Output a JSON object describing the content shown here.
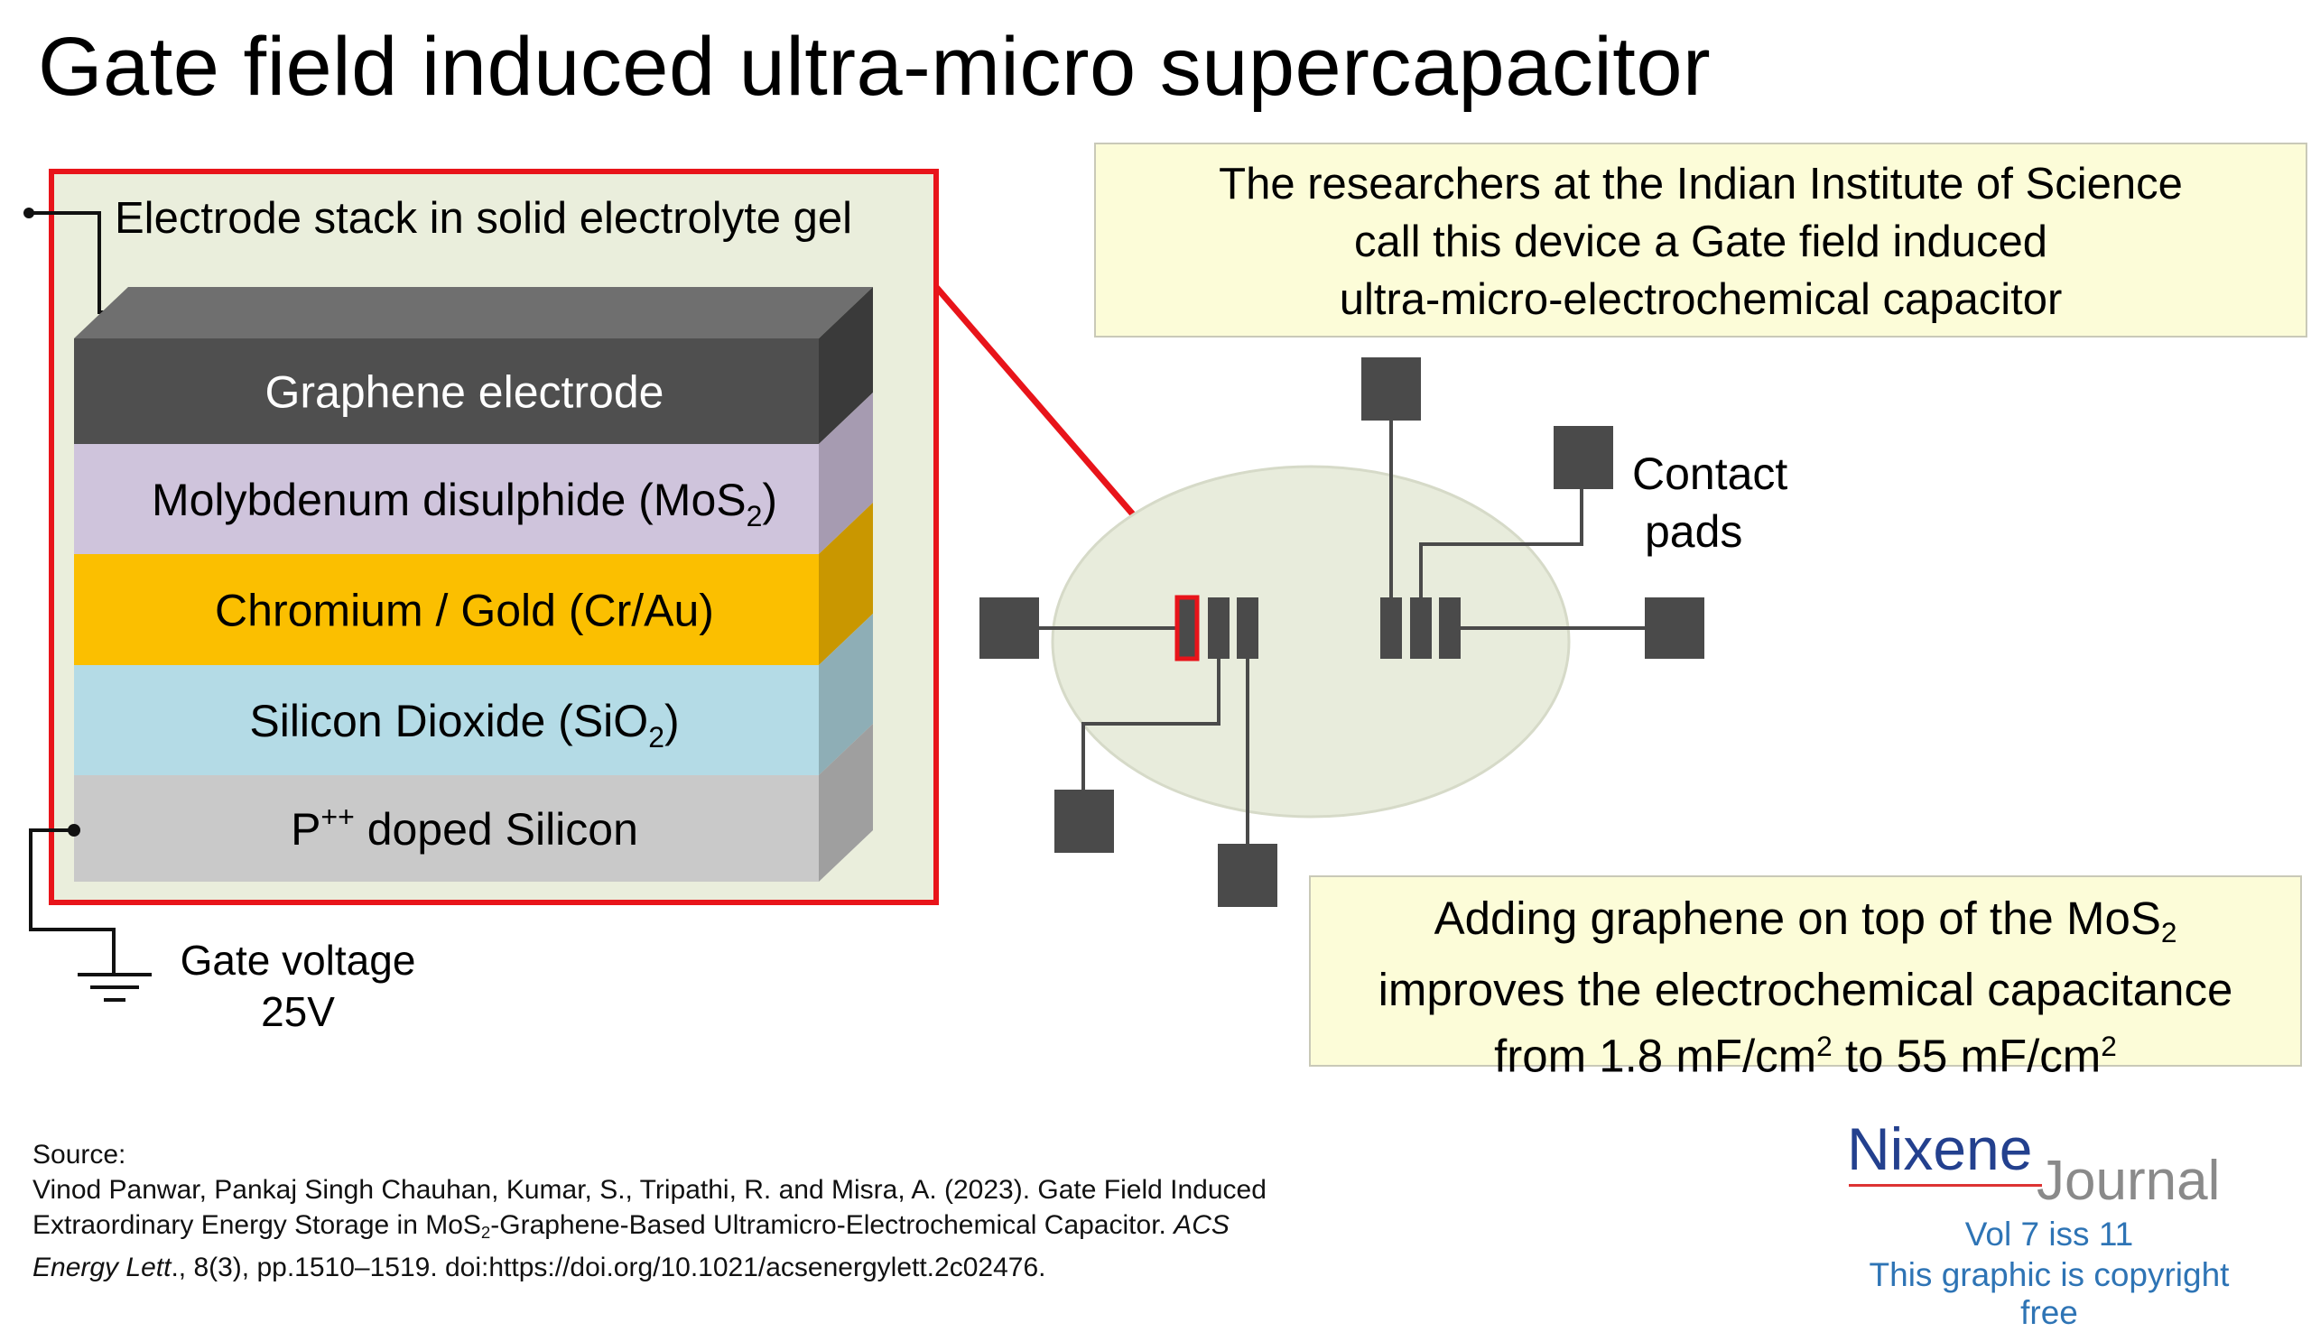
{
  "title": "Gate field induced ultra-micro supercapacitor",
  "panel": {
    "heading": "Electrode stack in solid electrolyte gel"
  },
  "layers": [
    {
      "label": "Graphene electrode",
      "sub": "",
      "after": "",
      "front": "#4f4f4f",
      "side": "#3a3a3a",
      "text": "#ffffff"
    },
    {
      "label": "Molybdenum disulphide (MoS",
      "sub": "2",
      "after": ")",
      "front": "#cfc4dc",
      "side": "#a69bb1",
      "text": "#000000"
    },
    {
      "label": "Chromium / Gold (Cr/Au)",
      "sub": "",
      "after": "",
      "front": "#fbbf00",
      "side": "#c99700",
      "text": "#000000"
    },
    {
      "label": "Silicon Dioxide (SiO",
      "sub": "2",
      "after": ")",
      "front": "#b4dbe6",
      "side": "#8eaeb6",
      "text": "#000000"
    },
    {
      "label": "P",
      "sup": "++",
      "after": " doped Silicon",
      "front": "#c9c9c9",
      "side": "#9f9f9f",
      "text": "#000000"
    }
  ],
  "gate": {
    "line1": "Gate voltage",
    "line2": "25V"
  },
  "contact_pads": {
    "line1": "Contact",
    "line2": "pads"
  },
  "callout_top": {
    "line1": "The researchers at the Indian Institute of Science",
    "line2": "call this device a Gate field induced",
    "line3": "ultra-micro-electrochemical capacitor"
  },
  "callout_bottom": {
    "line1_pre": "Adding graphene on top of the MoS",
    "line1_sub": "2",
    "line2": "improves the electrochemical capacitance",
    "line3_a": "from 1.8 mF/cm",
    "line3_sup1": "2",
    "line3_b": " to 55 mF/cm",
    "line3_sup2": "2"
  },
  "source": {
    "label": "Source:",
    "line1": "Vinod Panwar, Pankaj Singh Chauhan, Kumar, S., Tripathi, R. and Misra, A. (2023). Gate Field Induced",
    "line2_pre": "Extraordinary Energy Storage in MoS",
    "line2_sub": "2",
    "line2_post": "-Graphene-Based Ultramicro-Electrochemical Capacitor. ",
    "line2_italic": "ACS",
    "line3_italic": "Energy Lett",
    "line3_rest": "., 8(3), pp.1510–1519. doi:https://doi.org/10.1021/acsenergylett.2c02476."
  },
  "logo": {
    "nixene": "Nixene",
    "journal": "Journal",
    "vol": "Vol 7 iss 11",
    "copyright": "This graphic is copyright free"
  },
  "colors": {
    "highlight_red": "#e8141a",
    "panel_bg": "#eaeedc",
    "ellipse_bg": "#e8ecdc",
    "pad": "#4a4a4a",
    "callout_bg": "#fcfcd8"
  }
}
